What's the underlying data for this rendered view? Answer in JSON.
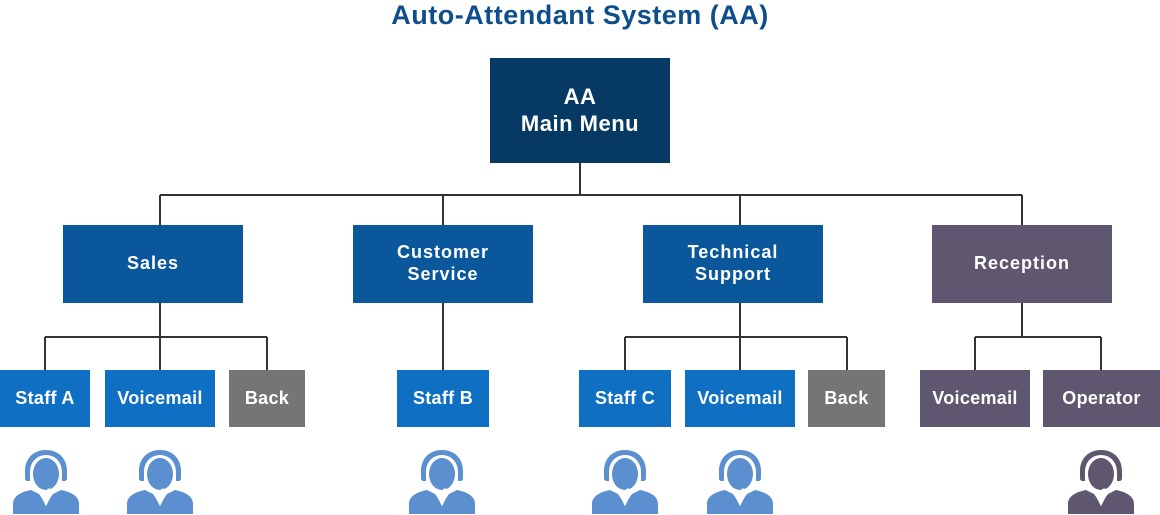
{
  "title": "Auto-Attendant System (AA)",
  "root": {
    "label": "AA\nMain Menu"
  },
  "departments": [
    {
      "label": "Sales",
      "options": [
        "Staff A",
        "Voicemail",
        "Back"
      ]
    },
    {
      "label": "Customer\nService",
      "options": [
        "Staff B"
      ]
    },
    {
      "label": "Technical\nSupport",
      "options": [
        "Staff C",
        "Voicemail",
        "Back"
      ]
    },
    {
      "label": "Reception",
      "options": [
        "Voicemail",
        "Operator"
      ]
    }
  ],
  "colors": {
    "title": "#0f4e8c",
    "root": "#063963",
    "department": "#0b579b",
    "staff": "#0f70c3",
    "back": "#757575",
    "reception": "#5f5670",
    "agent_icon": "#5b8fd0",
    "operator_icon": "#5f5670",
    "connector": "#333333"
  },
  "icons": [
    "headset-agent-icon",
    "operator-icon"
  ]
}
